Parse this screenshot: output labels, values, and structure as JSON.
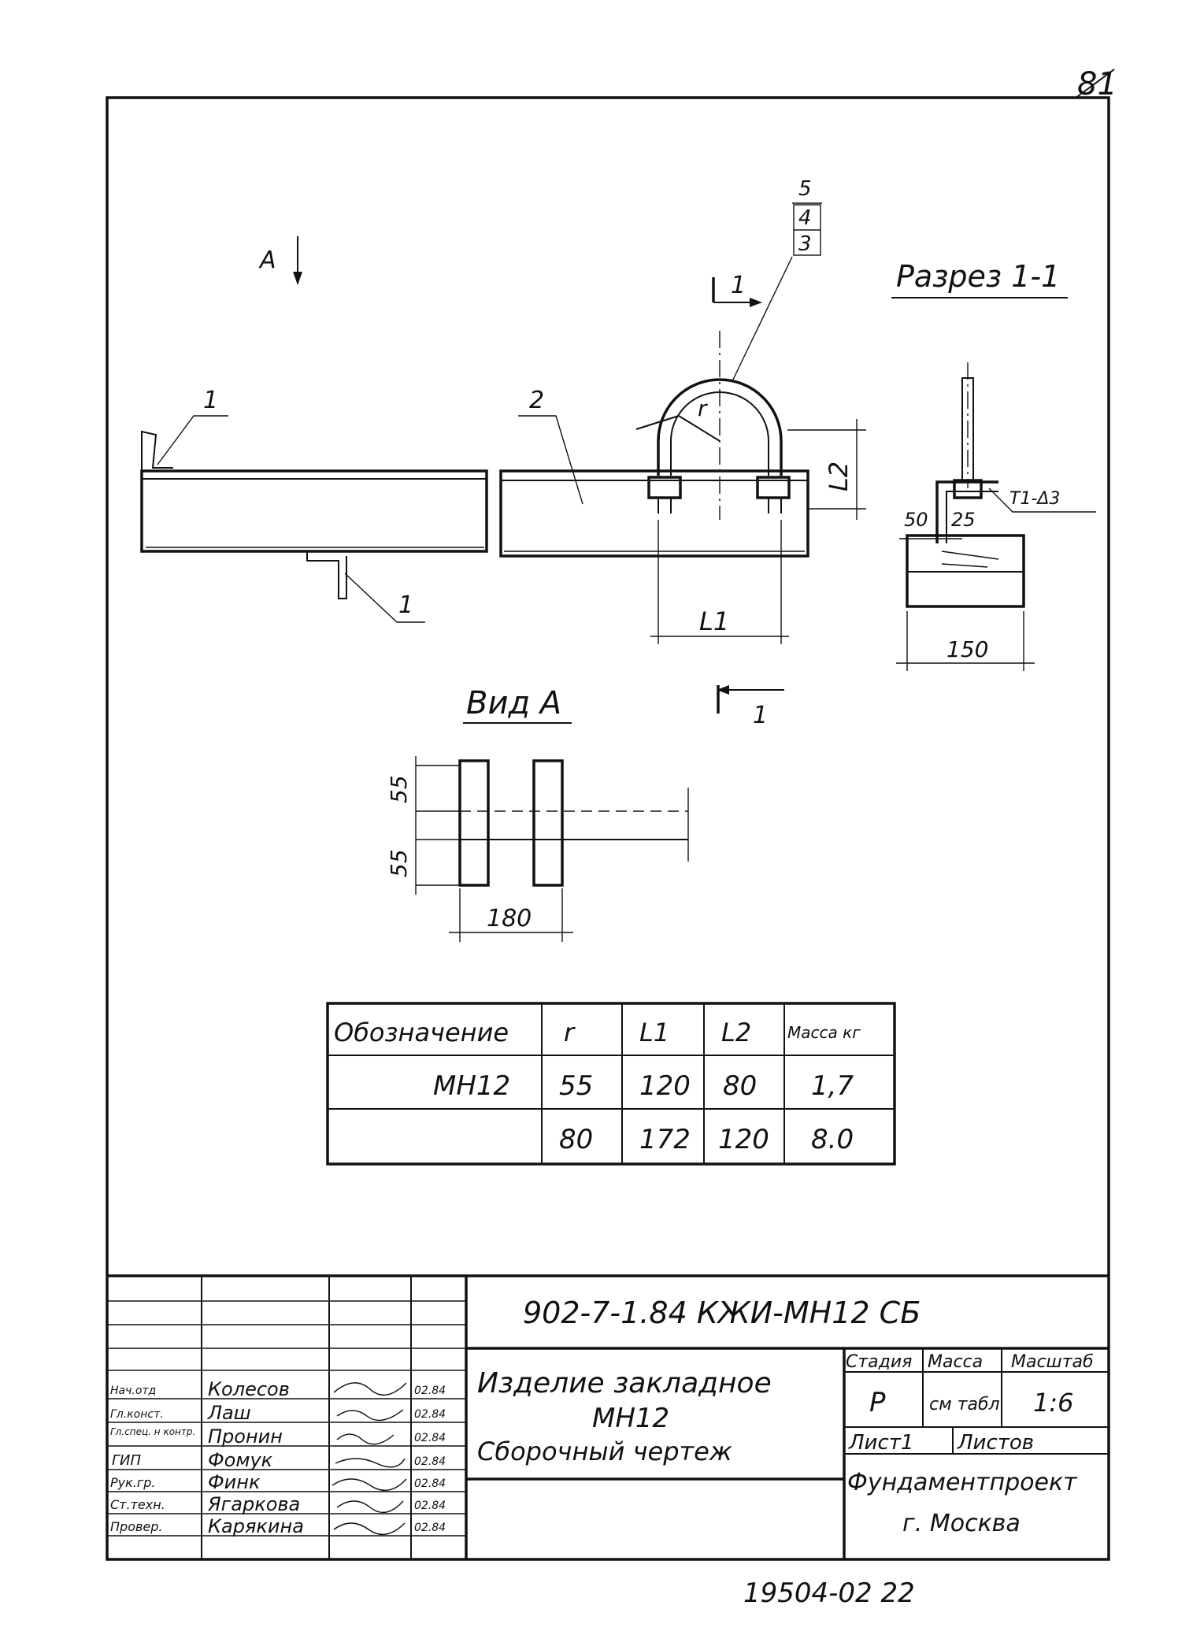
{
  "page_number": "81",
  "drawing": {
    "view_arrow_label": "A",
    "section_title": "Разрез 1-1",
    "view_title": "Вид А",
    "leaders": {
      "top_left": "1",
      "bottom_left": "1",
      "plate": "2",
      "bolt_stack": [
        "5",
        "4",
        "3"
      ],
      "section_mark": "1",
      "section_mark_bottom": "1"
    },
    "radius_label": "r",
    "dim_L1": "L1",
    "dim_L2": "L2",
    "section_dims": {
      "left": "50",
      "right": "25",
      "width": "150",
      "weld": "Т1-Δ3"
    },
    "view_dims": {
      "top": "55",
      "bottom": "55",
      "width": "180"
    }
  },
  "spec_table": {
    "headers": [
      "Обозначение",
      "r",
      "L1",
      "L2",
      "Масса кг"
    ],
    "rows": [
      [
        "МН12",
        "55",
        "120",
        "80",
        "1,7"
      ],
      [
        "",
        "80",
        "172",
        "120",
        "8.0"
      ]
    ]
  },
  "title_block": {
    "code": "902-7-1.84 КЖИ-МН12 СБ",
    "name_line1": "Изделие закладное",
    "name_line2": "МН12",
    "name_line3": "Сборочный чертеж",
    "stage_header": "Стадия",
    "mass_header": "Масса",
    "scale_header": "Масштаб",
    "stage": "Р",
    "mass": "см табл",
    "scale": "1:6",
    "sheet": "Лист1",
    "sheets": "Листов",
    "org_line1": "Фундаментпроект",
    "org_line2": "г. Москва",
    "staff": [
      {
        "role": "Нач.отд",
        "name": "Колесов",
        "date": "02.84"
      },
      {
        "role": "Гл.конст.",
        "name": "Лаш",
        "date": "02.84"
      },
      {
        "role": "Гл.спец. н контр.",
        "name": "Пронин",
        "date": "02.84"
      },
      {
        "role": "ГИП",
        "name": "Фомук",
        "date": "02.84"
      },
      {
        "role": "Рук.гр.",
        "name": "Финк",
        "date": "02.84"
      },
      {
        "role": "Ст.техн.",
        "name": "Ягаркова",
        "date": "02.84"
      },
      {
        "role": "Провер.",
        "name": "Карякина",
        "date": "02.84"
      }
    ]
  },
  "footer_number": "19504-02 22"
}
